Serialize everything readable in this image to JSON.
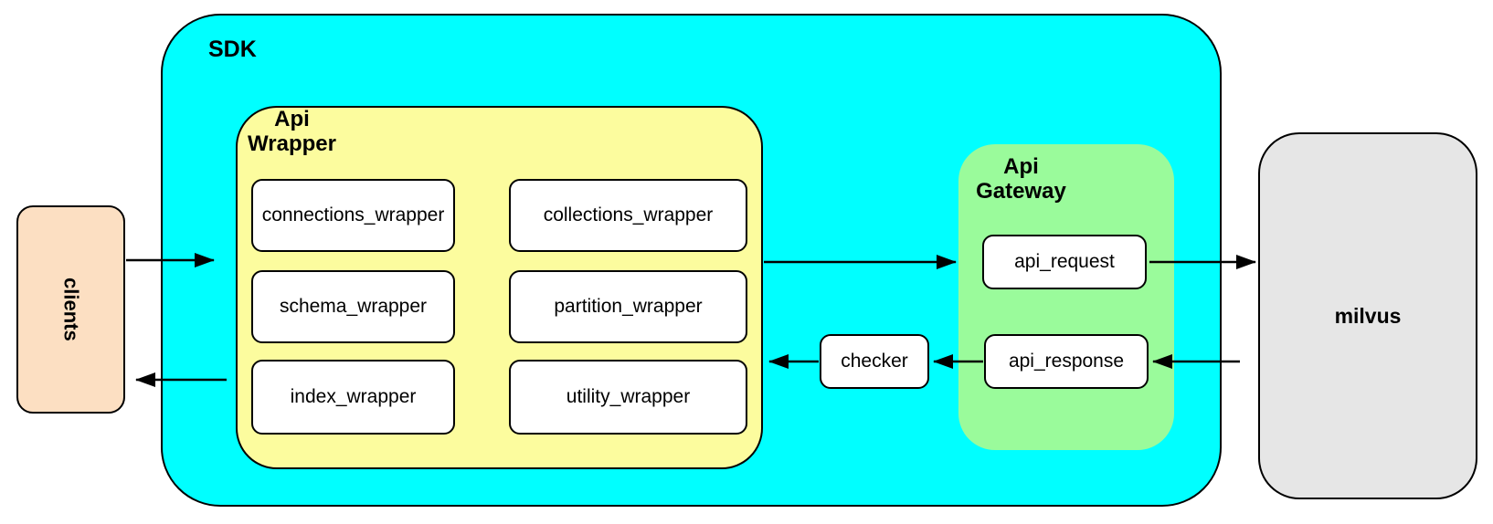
{
  "colors": {
    "sdk_fill": "#00ffff",
    "wrapper_fill": "#fcfc9e",
    "gateway_fill": "#9afb9b",
    "clients_fill": "#fcdfc2",
    "milvus_fill": "#e6e6e6",
    "box_fill": "#ffffff",
    "stroke": "#000000"
  },
  "nodes": {
    "clients": {
      "label": "clients"
    },
    "sdk": {
      "label": "SDK"
    },
    "api_wrapper": {
      "label": "Api\nWrapper",
      "children": [
        "connections_wrapper",
        "collections_wrapper",
        "schema_wrapper",
        "partition_wrapper",
        "index_wrapper",
        "utility_wrapper"
      ]
    },
    "api_gateway": {
      "label": "Api\nGateway",
      "children": [
        "api_request",
        "api_response"
      ]
    },
    "checker": {
      "label": "checker"
    },
    "milvus": {
      "label": "milvus"
    }
  },
  "edges": [
    {
      "from": "clients",
      "to": "sdk"
    },
    {
      "from": "api_wrapper",
      "to": "api_gateway"
    },
    {
      "from": "api_request",
      "to": "milvus"
    },
    {
      "from": "milvus",
      "to": "api_response"
    },
    {
      "from": "api_response",
      "to": "checker"
    },
    {
      "from": "checker",
      "to": "api_wrapper"
    },
    {
      "from": "sdk",
      "to": "clients"
    }
  ]
}
